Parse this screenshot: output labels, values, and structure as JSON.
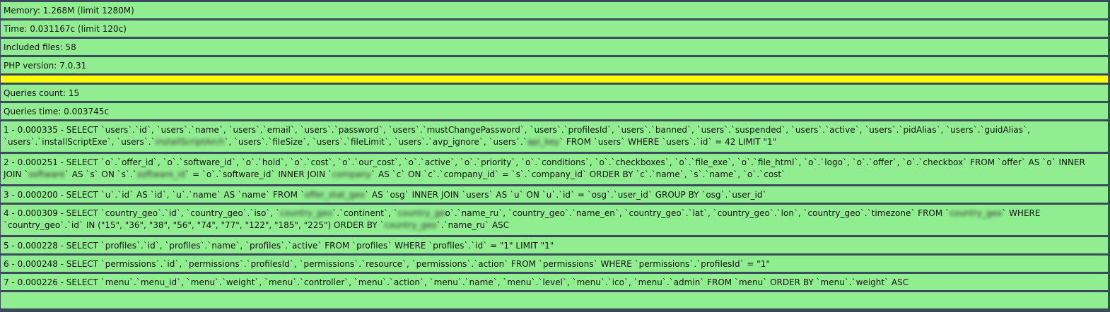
{
  "stats": {
    "memory": "Memory: 1.268M (limit 1280M)",
    "time": "Time: 0.031167c (limit 120c)",
    "included_files": "Included files: 58",
    "php_version": "PHP version: 7.0.31"
  },
  "queries_summary": {
    "count": "Queries count: 15",
    "time": "Queries time: 0.003745c"
  },
  "queries": {
    "q1": {
      "a": "1 - 0.000335 - SELECT `users`.`id`, `users`.`name`, `users`.`email`, `users`.`password`, `users`.`mustChangePassword`, `users`.`profilesId`, `users`.`banned`, `users`.`suspended`, `users`.`active`, `users`.`pidAlias`, `users`.`guidAlias`, `users`.`installScriptExe`, `users`.`",
      "blur1": "installScriptArch",
      "b": "`, `users`.`fileSize`, `users`.`fileLimit`, `users`.`avp_ignore`, `users`.`",
      "blur2": "api_key",
      "c": "` FROM `users` WHERE `users`.`id` = 42 LIMIT \"1\""
    },
    "q2": {
      "a": "2 - 0.000251 - SELECT `o`.`offer_id`, `o`.`software_id`, `o`.`hold`, `o`.`cost`, `o`.`our_cost`, `o`.`active`, `o`.`priority`, `o`.`conditions`, `o`.`checkboxes`, `o`.`file_exe`, `o`.`file_html`, `o`.`logo`, `o`.`offer`, `o`.`checkbox` FROM `offer` AS `o` INNER JOIN `",
      "blur1": "software",
      "b": "` AS `s` ON `s`.`",
      "blur2": "software_id",
      "c": "` = `o`.`software_id` INNER JOIN `",
      "blur3": "company",
      "d": "` AS `c` ON `c`.`company_id` = `s`.`company_id` ORDER BY `c`.`name`, `s`.`name`, `o`.`cost`"
    },
    "q3": {
      "a": "3 - 0.000200 - SELECT `u`.`id` AS `id`, `u`.`name` AS `name` FROM `",
      "blur1": "offer_stat_geo",
      "b": "` AS `osg` INNER JOIN `users` AS `u` ON `u`.`id` = `osg`.`user_id` GROUP BY `osg`.`user_id`"
    },
    "q4": {
      "a": "4 - 0.000309 - SELECT `country_geo`.`id`, `country_geo`.`iso`, `",
      "blur1": "country_geo",
      "b": "`.`continent`, `",
      "blur2": "country_ge",
      "c": "o`.`name_ru`, `country_geo`.`name_en`, `country_geo`.`lat`, `country_geo`.`lon`, `country_geo`.`timezone` FROM `",
      "blur3": "country_geo",
      "d": "` WHERE `country_geo`.`id` IN (\"15\", \"36\", \"38\", \"56\", \"74\", \"77\", \"122\", \"185\", \"225\") ORDER BY `",
      "blur4": "country_geo",
      "e": "`.`name_ru` ASC"
    },
    "q5": "5 - 0.000228 - SELECT `profiles`.`id`, `profiles`.`name`, `profiles`.`active` FROM `profiles` WHERE `profiles`.`id` = \"1\" LIMIT \"1\"",
    "q6": "6 - 0.000248 - SELECT `permissions`.`id`, `permissions`.`profilesId`, `permissions`.`resource`, `permissions`.`action` FROM `permissions` WHERE `permissions`.`profilesId` = \"1\"",
    "q7": "7 - 0.000226 - SELECT `menu`.`menu_id`, `menu`.`weight`, `menu`.`controller`, `menu`.`action`, `menu`.`name`, `menu`.`level`, `menu`.`ico`, `menu`.`admin` FROM `menu` ORDER BY `menu`.`weight` ASC"
  },
  "colors": {
    "row_background": "#90ee90",
    "separator": "#ffff00",
    "border": "#3b4a5a"
  }
}
